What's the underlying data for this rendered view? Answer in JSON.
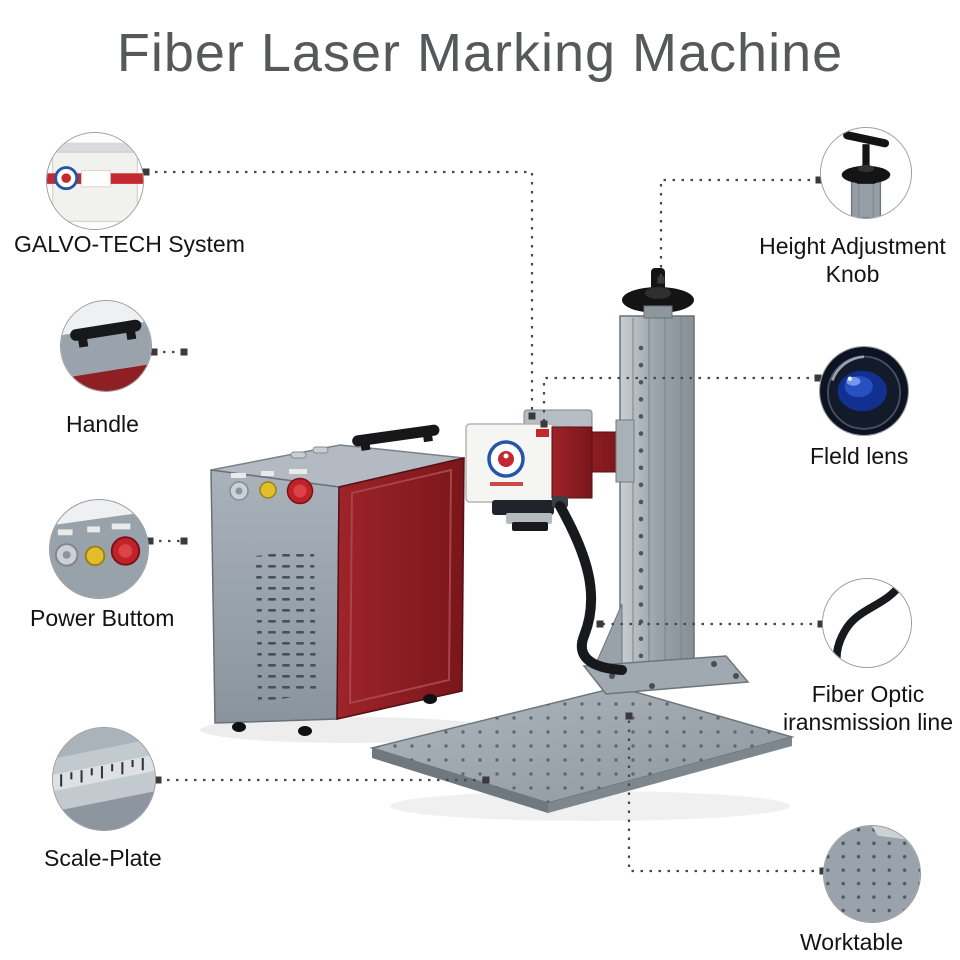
{
  "title": "Fiber Laser Marking Machine",
  "callouts": {
    "galvo": {
      "label": "GALVO-TECH System",
      "icon": "galvo-system-icon"
    },
    "handle": {
      "label": "Handle",
      "icon": "handle-icon"
    },
    "power": {
      "label": "Power Buttom",
      "icon": "power-button-icon"
    },
    "scale": {
      "label": "Scale-Plate",
      "icon": "scale-plate-icon"
    },
    "height": {
      "label": "Height Adjustment Knob",
      "icon": "height-knob-icon"
    },
    "field": {
      "label": "Fleld lens",
      "icon": "field-lens-icon"
    },
    "fiber": {
      "label": "Fiber Optic iransmission line",
      "icon": "fiber-optic-icon"
    },
    "worktable": {
      "label": "Worktable",
      "icon": "worktable-icon"
    }
  },
  "colors": {
    "machine_red": "#8e2025",
    "metal_gray": "#9aa3ab",
    "title_gray": "#57585a",
    "leader_line": "#474747",
    "logo_blue": "#2356a8",
    "logo_red": "#c3292e",
    "button_yellow": "#e4bd2a",
    "estop_red": "#bf2229",
    "lens_blue": "#12308f"
  }
}
